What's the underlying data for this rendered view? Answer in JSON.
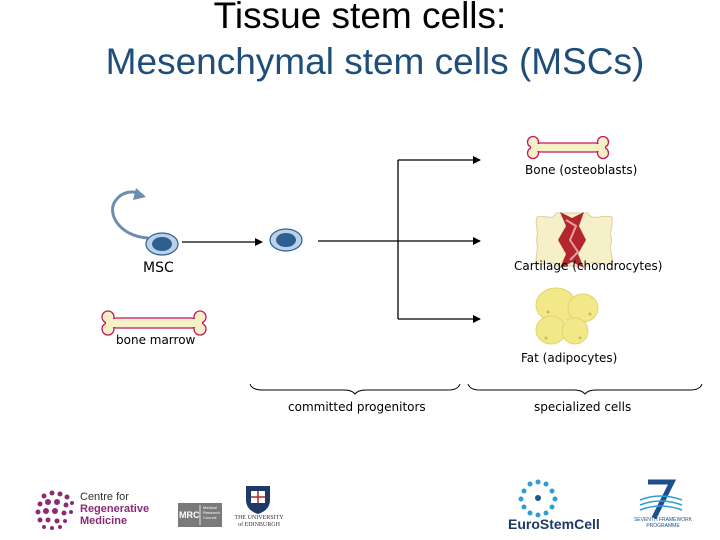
{
  "title": {
    "line1": "Tissue stem cells:",
    "line2": "Mesenchymal stem cells (MSCs)"
  },
  "labels": {
    "msc": "MSC",
    "bone_marrow": "bone marrow",
    "bone": "Bone (osteoblasts)",
    "cartilage": "Cartilage (chondrocytes)",
    "fat": "Fat (adipocytes)",
    "committed": "committed progenitors",
    "specialized": "specialized cells"
  },
  "logos": {
    "crm": [
      "Centre for",
      "Regenerative",
      "Medicine"
    ],
    "mrc": "MRC",
    "mrc_small": [
      "Medical",
      "Research",
      "Council"
    ],
    "edinburgh": [
      "THE UNIVERSITY",
      "of EDINBURGH"
    ],
    "eurostemcell": "EuroStemCell",
    "fp7": "SEVENTH FRAMEWORK PROGRAMME"
  },
  "colors": {
    "title_blue": "#1e4e79",
    "cell_fill": "#2e5f8f",
    "cell_ring": "#b9d1ea",
    "bone": "#f5f0c8",
    "bone_edge": "#c2185b",
    "fat": "#f2e88a",
    "cartilage_red": "#b3262d"
  }
}
